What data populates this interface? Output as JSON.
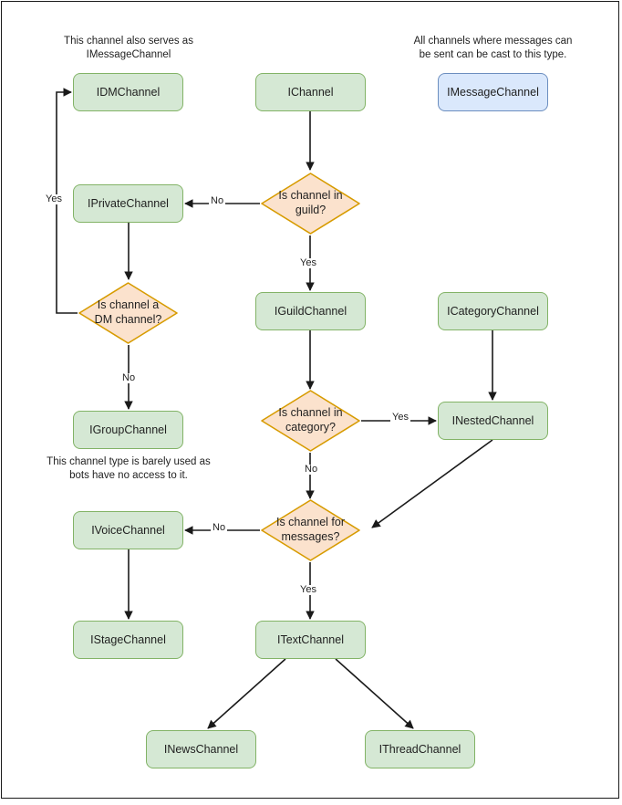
{
  "diagram": {
    "title": "Discord channel type decision flowchart",
    "colors": {
      "green_fill": "#d5e8d4",
      "green_border": "#82b366",
      "blue_fill": "#dae8fc",
      "blue_border": "#6c8ebf",
      "orange_fill": "#fbe2cd",
      "orange_border": "#d79b00",
      "edge": "#1a1a1a",
      "frame": "#1a1a1a"
    },
    "captions": [
      {
        "id": "caption-dm",
        "text": "This channel also serves as\nIMessageChannel"
      },
      {
        "id": "caption-message",
        "text": "All channels where messages can\nbe sent can be cast to this type."
      },
      {
        "id": "caption-group",
        "text": "This channel type is barely used as\nbots have no access to it."
      }
    ],
    "nodes": [
      {
        "id": "idmchannel",
        "label": "IDMChannel",
        "shape": "box",
        "style": "green"
      },
      {
        "id": "ichannel",
        "label": "IChannel",
        "shape": "box",
        "style": "green"
      },
      {
        "id": "imessagechannel",
        "label": "IMessageChannel",
        "shape": "box",
        "style": "blue"
      },
      {
        "id": "iprivatechannel",
        "label": "IPrivateChannel",
        "shape": "box",
        "style": "green"
      },
      {
        "id": "is-channel-in-guild",
        "label": "Is channel in\nguild?",
        "shape": "diamond",
        "style": "orange"
      },
      {
        "id": "is-channel-a-dm-channel",
        "label": "Is channel a\nDM channel?",
        "shape": "diamond",
        "style": "orange"
      },
      {
        "id": "iguildchannel",
        "label": "IGuildChannel",
        "shape": "box",
        "style": "green"
      },
      {
        "id": "icategorychannel",
        "label": "ICategoryChannel",
        "shape": "box",
        "style": "green"
      },
      {
        "id": "igroupchannel",
        "label": "IGroupChannel",
        "shape": "box",
        "style": "green"
      },
      {
        "id": "is-channel-in-category",
        "label": "Is channel in\ncategory?",
        "shape": "diamond",
        "style": "orange"
      },
      {
        "id": "inestedchannel",
        "label": "INestedChannel",
        "shape": "box",
        "style": "green"
      },
      {
        "id": "ivoicechannel",
        "label": "IVoiceChannel",
        "shape": "box",
        "style": "green"
      },
      {
        "id": "is-channel-for-messages",
        "label": "Is channel for\nmessages?",
        "shape": "diamond",
        "style": "orange"
      },
      {
        "id": "istagechannel",
        "label": "IStageChannel",
        "shape": "box",
        "style": "green"
      },
      {
        "id": "itextchannel",
        "label": "ITextChannel",
        "shape": "box",
        "style": "green"
      },
      {
        "id": "inewschannel",
        "label": "INewsChannel",
        "shape": "box",
        "style": "green"
      },
      {
        "id": "ithreadchannel",
        "label": "IThreadChannel",
        "shape": "box",
        "style": "green"
      }
    ],
    "edge_labels": [
      {
        "id": "edge-label-guild-no",
        "text": "No"
      },
      {
        "id": "edge-label-guild-yes",
        "text": "Yes"
      },
      {
        "id": "edge-label-dm-yes",
        "text": "Yes"
      },
      {
        "id": "edge-label-dm-no",
        "text": "No"
      },
      {
        "id": "edge-label-category-yes",
        "text": "Yes"
      },
      {
        "id": "edge-label-category-no",
        "text": "No"
      },
      {
        "id": "edge-label-messages-no",
        "text": "No"
      },
      {
        "id": "edge-label-messages-yes",
        "text": "Yes"
      }
    ]
  }
}
